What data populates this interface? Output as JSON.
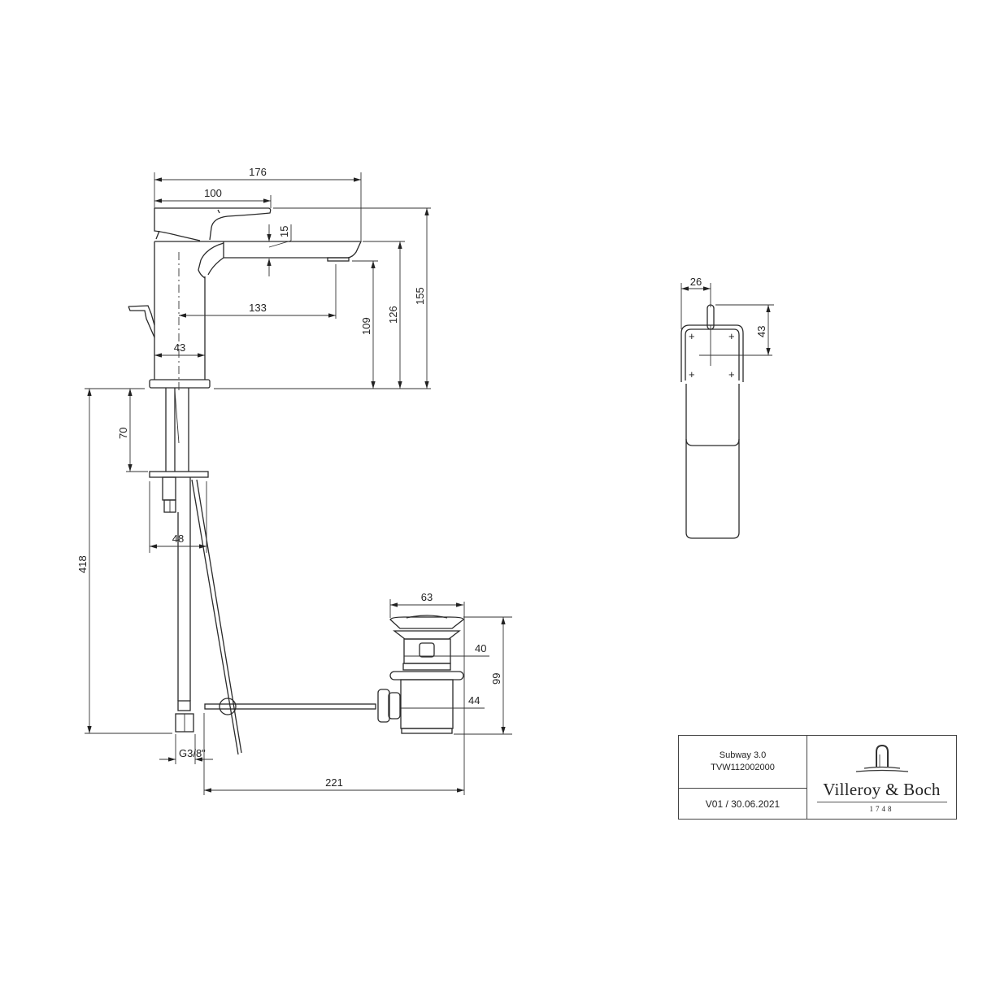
{
  "drawing": {
    "title": "Basin mixer dimension drawing",
    "side_view": {
      "dimensions": {
        "overall_length": "176",
        "lever_length": "100",
        "spout_thickness": "15",
        "spout_reach": "133",
        "outlet_height": "109",
        "spout_top_height": "126",
        "total_height": "155",
        "body_width": "43",
        "mounting_depth": "70",
        "fixing_width": "48",
        "hose_length": "418",
        "hose_connection": "G3/8\"",
        "rod_length": "221"
      }
    },
    "waste_view": {
      "dimensions": {
        "plug_diameter": "63",
        "inner_diameter": "40",
        "waste_height": "99",
        "body_diameter": "44"
      }
    },
    "top_view": {
      "dimensions": {
        "lever_offset": "26",
        "lever_to_center": "43"
      }
    }
  },
  "title_block": {
    "product_name": "Subway 3.0",
    "article_number": "TVW112002000",
    "version_date": "V01 / 30.06.2021",
    "brand": "Villeroy & Boch",
    "brand_year": "1748",
    "logo_icon": "arch-fountain-logo-icon"
  }
}
